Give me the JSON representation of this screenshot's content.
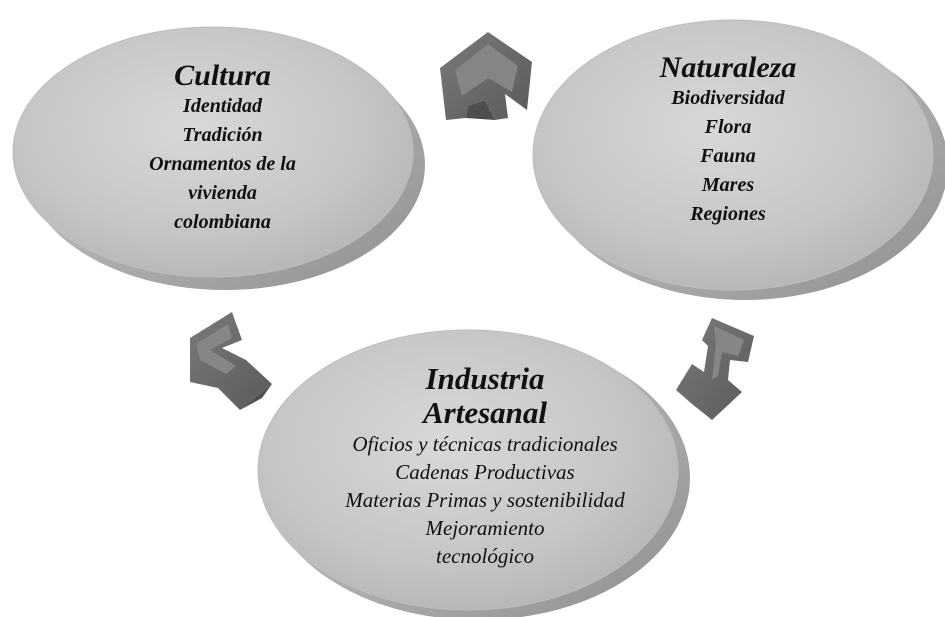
{
  "nodes": {
    "cultura": {
      "title": "Cultura",
      "items": [
        "Identidad",
        "Tradición",
        "Ornamentos de la",
        "vivienda",
        "colombiana"
      ]
    },
    "naturaleza": {
      "title": "Naturaleza",
      "items": [
        "Biodiversidad",
        "Flora",
        "Fauna",
        "Mares",
        "Regiones"
      ]
    },
    "industria": {
      "title_lines": [
        "Industria",
        "Artesanal"
      ],
      "items": [
        "Oficios y técnicas tradicionales",
        "Cadenas Productivas",
        "Materias Primas y sostenibilidad",
        "Mejoramiento",
        "tecnológico"
      ]
    }
  },
  "colors": {
    "ellipse_fill": "#c8c8c8",
    "ellipse_rim": "#a9a9a9",
    "arrow_fill": "#6e6e6e",
    "text": "#111111"
  }
}
